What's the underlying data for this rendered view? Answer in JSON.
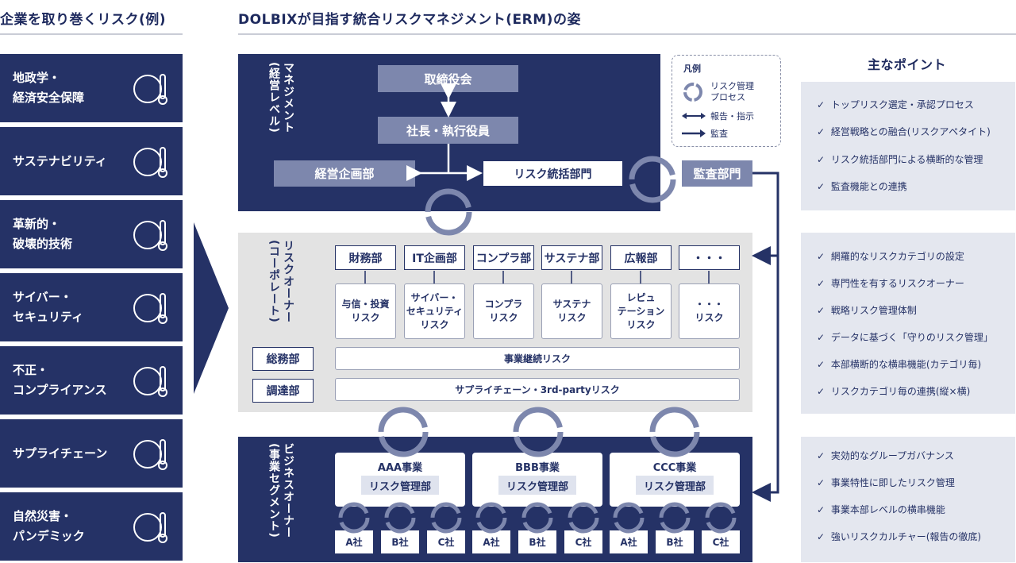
{
  "headers": {
    "left": "企業を取り巻くリスク(例)",
    "center": "DOLBIXが目指す統合リスクマネジメント(ERM)の姿",
    "right": "主なポイント"
  },
  "risks": [
    {
      "label": "地政学・\n経済安全保障",
      "icon": "globe-thermometer-icon"
    },
    {
      "label": "サステナビリティ",
      "icon": "hand-plant-icon"
    },
    {
      "label": "革新的・\n破壊的技術",
      "icon": "lightbulb-puzzle-icon"
    },
    {
      "label": "サイバー・\nセキュリティ",
      "icon": "shield-lock-icon"
    },
    {
      "label": "不正・\nコンプライアンス",
      "icon": "clipboard-check-icon"
    },
    {
      "label": "サプライチェーン",
      "icon": "box-cycle-icon"
    },
    {
      "label": "自然災害・\nパンデミック",
      "icon": "house-flood-icon"
    }
  ],
  "management": {
    "label": "マネジメント\n(経営レベル)",
    "board": "取締役会",
    "president": "社長・執行役員",
    "planning": "経営企画部",
    "risk_dept": "リスク統括部門",
    "audit": "監査部門"
  },
  "legend": {
    "title": "凡例",
    "process": "リスク管理\nプロセス",
    "report": "報告・指示",
    "audit": "監査"
  },
  "corporate": {
    "label": "リスクオーナー\n(コーポレート)",
    "depts": [
      "財務部",
      "IT企画部",
      "コンプラ部",
      "サステナ部",
      "広報部",
      "・・・"
    ],
    "risks": [
      "与信・投資\nリスク",
      "サイバー・\nセキュリティ\nリスク",
      "コンプラ\nリスク",
      "サステナ\nリスク",
      "レピュ\nテーション\nリスク",
      "・・・\nリスク"
    ],
    "general_affairs": "総務部",
    "bcp_risk": "事業継続リスク",
    "procurement": "調達部",
    "supply_risk": "サプライチェーン・3rd-partyリスク"
  },
  "business": {
    "label": "ビジネスオーナー\n(事業セグメント)",
    "segments": [
      {
        "name": "AAA事業",
        "sub": "リスク管理部",
        "companies": [
          "A社",
          "B社",
          "C社"
        ]
      },
      {
        "name": "BBB事業",
        "sub": "リスク管理部",
        "companies": [
          "A社",
          "B社",
          "C社"
        ]
      },
      {
        "name": "CCC事業",
        "sub": "リスク管理部",
        "companies": [
          "A社",
          "B社",
          "C社"
        ]
      }
    ]
  },
  "points": [
    [
      "トップリスク選定・承認プロセス",
      "経営戦略との融合(リスクアペタイト)",
      "リスク統括部門による横断的な管理",
      "監査機能との連携"
    ],
    [
      "網羅的なリスクカテゴリの設定",
      "専門性を有するリスクオーナー",
      "戦略リスク管理体制",
      "データに基づく「守りのリスク管理」",
      "本部横断的な横串機能(カテゴリ毎)",
      "リスクカテゴリ毎の連携(縦×横)"
    ],
    [
      "実効的なグループガバナンス",
      "事業特性に即したリスク管理",
      "事業本部レベルの横串機能",
      "強いリスクカルチャー(報告の徹底)"
    ]
  ],
  "colors": {
    "navy": "#253266",
    "slate": "#7d87ad",
    "gray_band": "#e3e3e3",
    "point_bg": "#e4e7ef"
  }
}
